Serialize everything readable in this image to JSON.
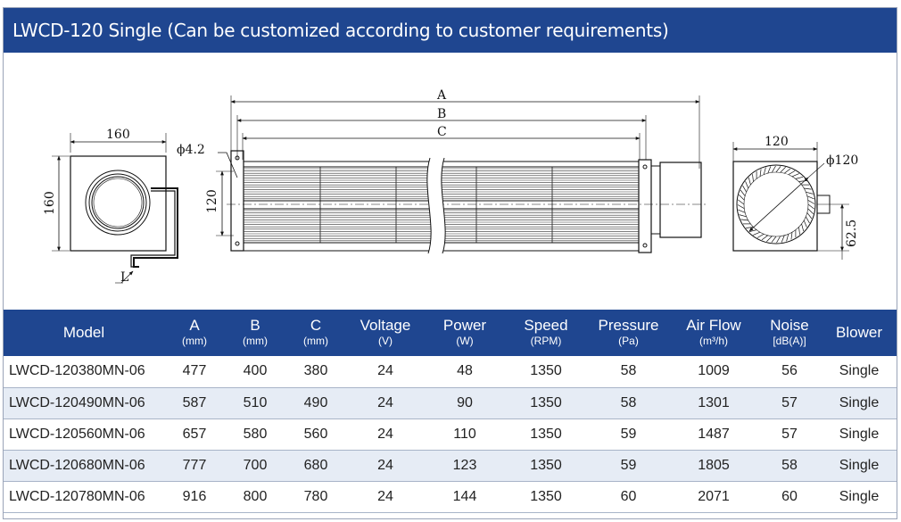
{
  "title": "LWCD-120 Single  (Can be customized according to customer requirements)",
  "drawing": {
    "front_width": "160",
    "front_height": "160",
    "lead_label": "L",
    "hole": "ϕ4.2",
    "dim_a": "A",
    "dim_b": "B",
    "dim_c": "C",
    "side_height": "120",
    "end_width": "120",
    "end_diameter": "ϕ120",
    "end_offset": "62.5"
  },
  "table": {
    "headers": [
      {
        "label": "Model",
        "unit": ""
      },
      {
        "label": "A",
        "unit": "(mm)"
      },
      {
        "label": "B",
        "unit": "(mm)"
      },
      {
        "label": "C",
        "unit": "(mm)"
      },
      {
        "label": "Voltage",
        "unit": "(V)"
      },
      {
        "label": "Power",
        "unit": "(W)"
      },
      {
        "label": "Speed",
        "unit": "(RPM)"
      },
      {
        "label": "Pressure",
        "unit": "(Pa)"
      },
      {
        "label": "Air Flow",
        "unit": "(m³/h)"
      },
      {
        "label": "Noise",
        "unit": "[dB(A)]"
      },
      {
        "label": "Blower",
        "unit": ""
      }
    ],
    "rows": [
      [
        "LWCD-120380MN-06",
        "477",
        "400",
        "380",
        "24",
        "48",
        "1350",
        "58",
        "1009",
        "56",
        "Single"
      ],
      [
        "LWCD-120490MN-06",
        "587",
        "510",
        "490",
        "24",
        "90",
        "1350",
        "58",
        "1301",
        "57",
        "Single"
      ],
      [
        "LWCD-120560MN-06",
        "657",
        "580",
        "560",
        "24",
        "110",
        "1350",
        "59",
        "1487",
        "57",
        "Single"
      ],
      [
        "LWCD-120680MN-06",
        "777",
        "700",
        "680",
        "24",
        "123",
        "1350",
        "59",
        "1805",
        "58",
        "Single"
      ],
      [
        "LWCD-120780MN-06",
        "916",
        "800",
        "780",
        "24",
        "144",
        "1350",
        "60",
        "2071",
        "60",
        "Single"
      ]
    ]
  }
}
